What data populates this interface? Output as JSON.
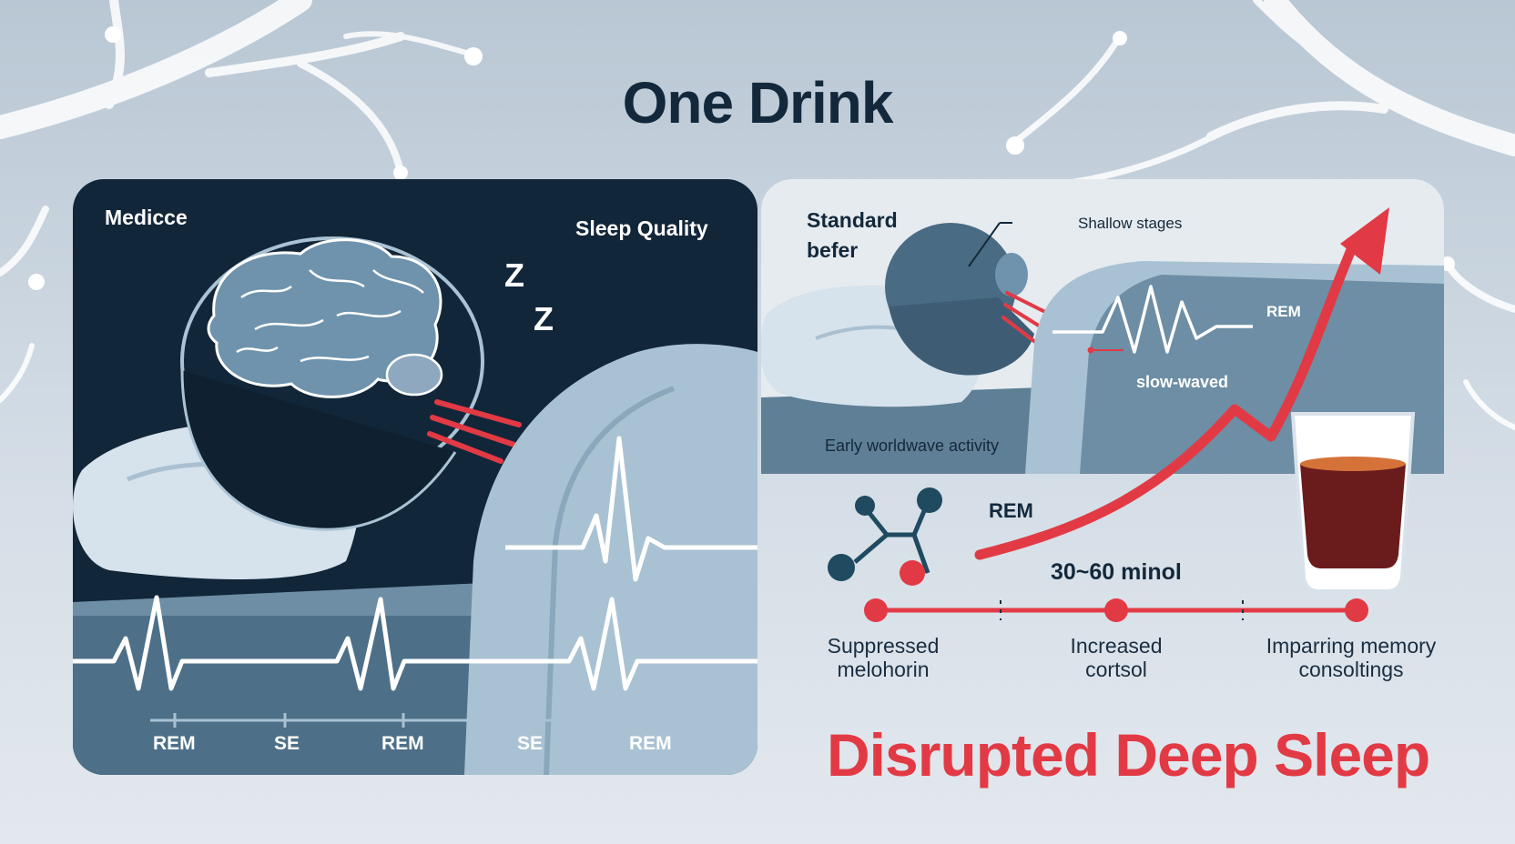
{
  "title": "One Drink",
  "left_panel": {
    "label_top_left": "Medicce",
    "label_top_right": "Sleep Quality",
    "zzz": [
      "Z",
      "Z"
    ],
    "axis_labels": [
      "REM",
      "SE",
      "REM",
      "SE",
      "REM"
    ]
  },
  "right_panel": {
    "standard_line1": "Standard",
    "standard_line2": "befer",
    "shallow_stages": "Shallow stages",
    "rem_wave": "REM",
    "slow_waved": "slow-waved",
    "early_activity": "Early worldwave activity",
    "rem_label": "REM",
    "duration": "30~60 minol"
  },
  "timeline": [
    {
      "line1": "Suppressed",
      "line2": "melohorin"
    },
    {
      "line1": "Increased",
      "line2": "cortsol"
    },
    {
      "line1": "Imparring memory",
      "line2": "consoltings"
    }
  ],
  "headline": "Disrupted Deep Sleep",
  "colors": {
    "accent_red": "#e23a45",
    "navy": "#122639",
    "slate": "#4d7088",
    "pale_blue": "#a9c2d3"
  }
}
